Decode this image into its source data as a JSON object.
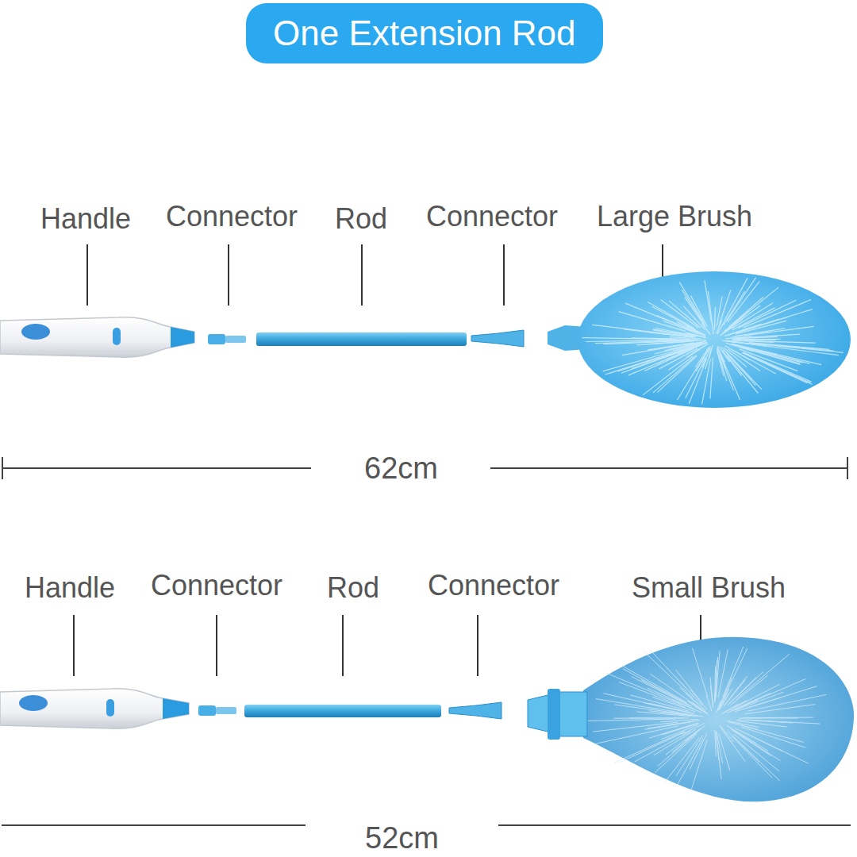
{
  "diagram": {
    "title": "One Extension Rod",
    "labels": [
      "Handle",
      "Connector",
      "Rod",
      "Connector",
      "Large Brush",
      "62cm",
      "Handle",
      "Connector",
      "Rod",
      "Connector",
      "Small Brush",
      "52cm"
    ]
  }
}
